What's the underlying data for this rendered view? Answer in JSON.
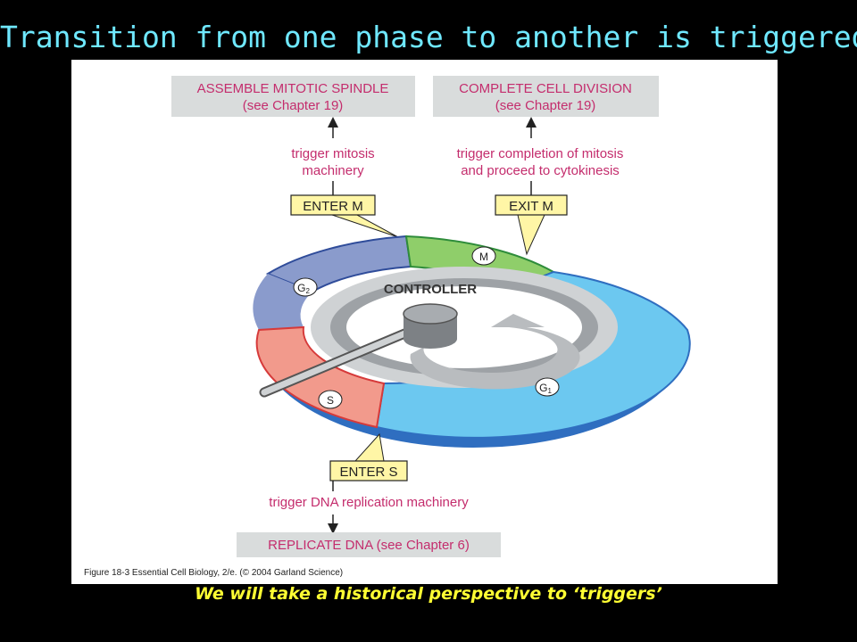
{
  "slide": {
    "title": "Transition from one phase to another is triggered",
    "caption": "We will take a historical perspective to ‘triggers’"
  },
  "figure": {
    "boxes": {
      "spindle_line1": "ASSEMBLE MITOTIC SPINDLE",
      "spindle_line2": "(see Chapter 19)",
      "division_line1": "COMPLETE CELL DIVISION",
      "division_line2": "(see Chapter 19)",
      "replicate": "REPLICATE DNA  (see Chapter 6)"
    },
    "triggers": {
      "mitosis_line1": "trigger mitosis",
      "mitosis_line2": "machinery",
      "completion_line1": "trigger completion of mitosis",
      "completion_line2": "and proceed to cytokinesis",
      "dna": "trigger DNA replication machinery"
    },
    "checkpoints": {
      "enter_m": "ENTER M",
      "exit_m": "EXIT M",
      "enter_s": "ENTER S"
    },
    "phases": {
      "m": "M",
      "g1": "G",
      "g1_sub": "1",
      "g2": "G",
      "g2_sub": "2",
      "s": "S"
    },
    "controller": "CONTROLLER",
    "credit": "Figure 18-3  Essential Cell Biology, 2/e. (© 2004 Garland Science)"
  },
  "colors": {
    "title": "#6fe8ff",
    "caption": "#ffff33",
    "box_fill": "#d9dcdc",
    "box_text": "#c42d6d",
    "label_fill": "#fff6a6",
    "phase_m": "#8fce6a",
    "phase_g1": "#6cc8f0",
    "phase_g2": "#8a9bcc",
    "phase_s": "#f29a8c"
  }
}
